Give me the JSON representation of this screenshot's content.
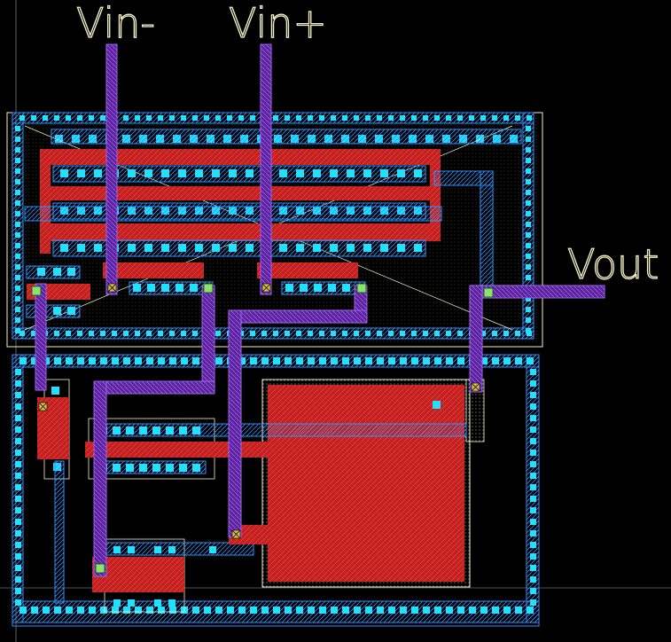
{
  "labels": {
    "vin_minus": "Vin-",
    "vin_plus": "Vin+",
    "vout": "Vout"
  },
  "colors": {
    "background": "#000000",
    "poly": "#c42020",
    "metal1": "#2f8fff",
    "metal2": "#8a3bd6",
    "contact": "#22e0ff",
    "outline": "#f4f0c8",
    "text": "#f4f0c8"
  }
}
